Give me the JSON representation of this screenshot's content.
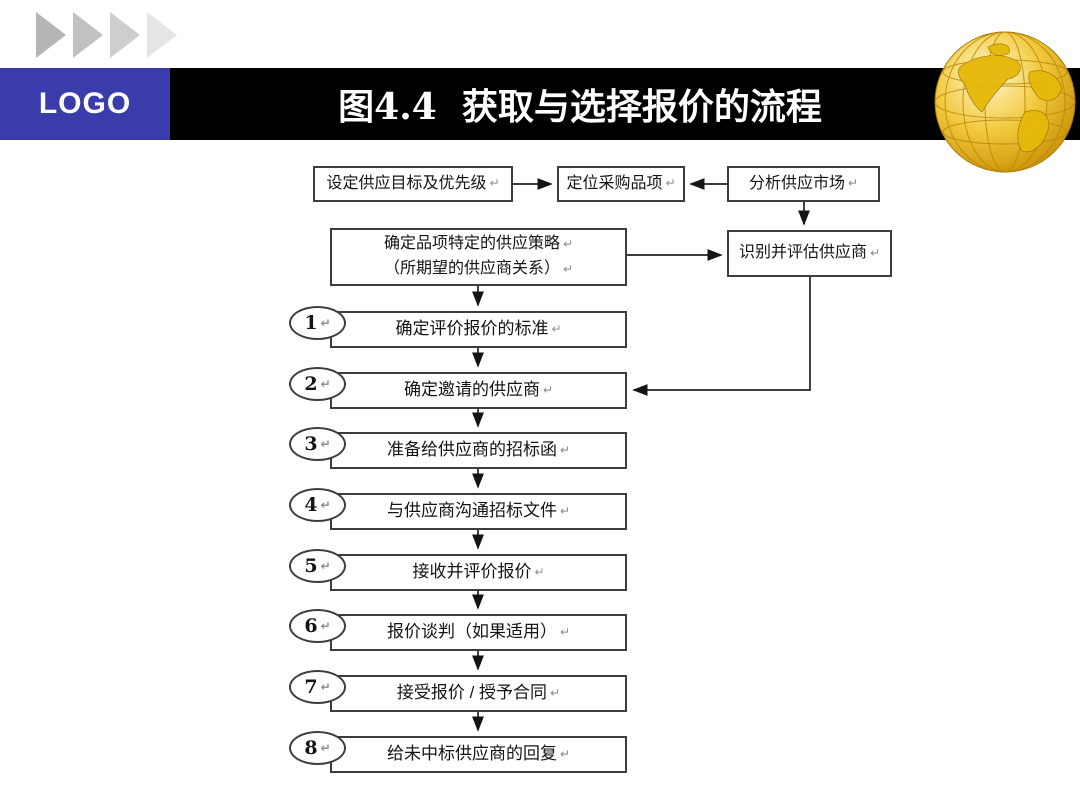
{
  "slide": {
    "logo_text": "LOGO",
    "title": "图4.4  获取与选择报价的流程"
  },
  "marks": {
    "return": "↵"
  },
  "colors": {
    "logo_bg": "#3b3cab",
    "header_bg": "#000000",
    "box_border": "#3d3d3d",
    "globe_gold": "#e8b400",
    "chevron_grays": [
      "#b5b5b5",
      "#c1c1c1",
      "#cecece",
      "#e5e5e5"
    ]
  },
  "flow": {
    "top_row": {
      "set_goals": "设定供应目标及优先级",
      "position_items": "定位采购品项",
      "analyze_market": "分析供应市场"
    },
    "strategy": {
      "line1": "确定品项特定的供应策略",
      "line2": "（所期望的供应商关系）"
    },
    "identify": "识别并评估供应商",
    "steps": [
      {
        "num": "1",
        "label": "确定评价报价的标准"
      },
      {
        "num": "2",
        "label": "确定邀请的供应商"
      },
      {
        "num": "3",
        "label": "准备给供应商的招标函"
      },
      {
        "num": "4",
        "label": "与供应商沟通招标文件"
      },
      {
        "num": "5",
        "label": "接收并评价报价"
      },
      {
        "num": "6",
        "label": "报价谈判（如果适用）"
      },
      {
        "num": "7",
        "label": "接受报价 / 授予合同"
      },
      {
        "num": "8",
        "label": "给未中标供应商的回复"
      }
    ]
  }
}
